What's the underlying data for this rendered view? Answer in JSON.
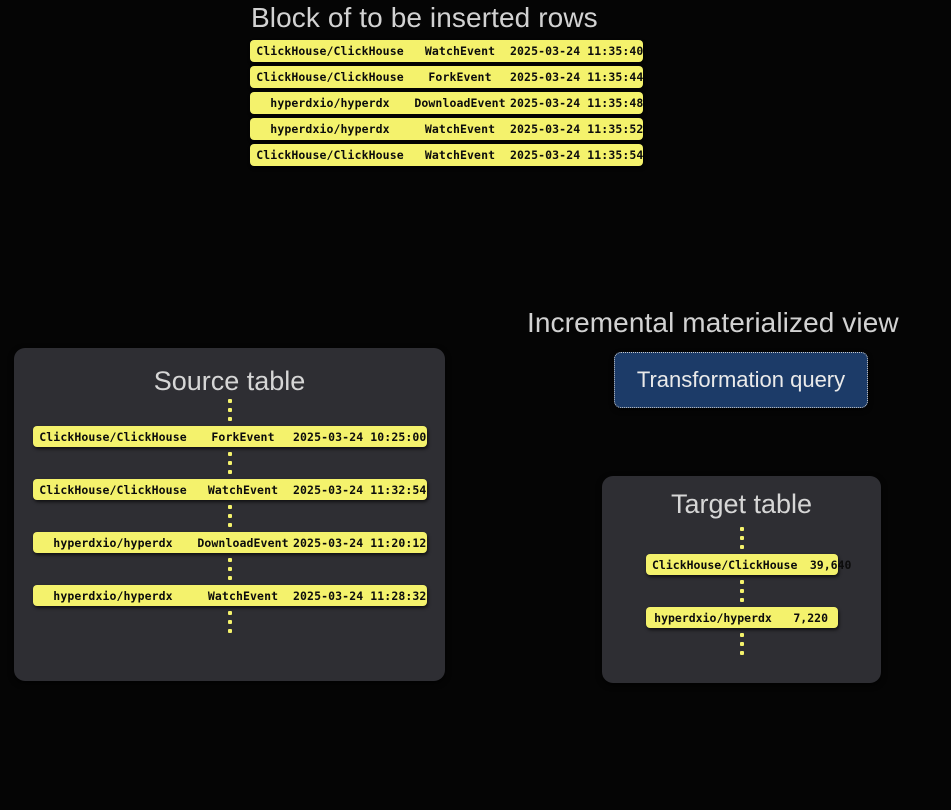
{
  "headings": {
    "insert_block": "Block of to be inserted rows",
    "materialized_view": "Incremental materialized view",
    "source_table": "Source table",
    "target_table": "Target table"
  },
  "transformation": {
    "label": "Transformation query"
  },
  "colors": {
    "background": "#050505",
    "card": "#2e2e33",
    "pill": "#f4f26c",
    "pill_text": "#0c0c0c",
    "heading_text": "#d2d2d2",
    "query_box": "#1c3b68",
    "query_border": "#c9c9c9"
  },
  "ellipsis": "...",
  "insert_block_rows": [
    {
      "repo": "ClickHouse/ClickHouse",
      "event": "WatchEvent",
      "timestamp": "2025-03-24 11:35:40",
      "more": "..."
    },
    {
      "repo": "ClickHouse/ClickHouse",
      "event": "ForkEvent",
      "timestamp": "2025-03-24 11:35:44",
      "more": "..."
    },
    {
      "repo": "hyperdxio/hyperdx",
      "event": "DownloadEvent",
      "timestamp": "2025-03-24 11:35:48",
      "more": "..."
    },
    {
      "repo": "hyperdxio/hyperdx",
      "event": "WatchEvent",
      "timestamp": "2025-03-24 11:35:52",
      "more": "..."
    },
    {
      "repo": "ClickHouse/ClickHouse",
      "event": "WatchEvent",
      "timestamp": "2025-03-24 11:35:54",
      "more": "..."
    }
  ],
  "source_table_rows": [
    {
      "repo": "ClickHouse/ClickHouse",
      "event": "ForkEvent",
      "timestamp": "2025-03-24 10:25:00",
      "more": "..."
    },
    {
      "repo": "ClickHouse/ClickHouse",
      "event": "WatchEvent",
      "timestamp": "2025-03-24 11:32:54",
      "more": "..."
    },
    {
      "repo": "hyperdxio/hyperdx",
      "event": "DownloadEvent",
      "timestamp": "2025-03-24 11:20:12",
      "more": "..."
    },
    {
      "repo": "hyperdxio/hyperdx",
      "event": "WatchEvent",
      "timestamp": "2025-03-24 11:28:32",
      "more": "..."
    }
  ],
  "target_table_rows": [
    {
      "repo": "ClickHouse/ClickHouse",
      "count": "39,640"
    },
    {
      "repo": "hyperdxio/hyperdx",
      "count": "7,220"
    }
  ]
}
